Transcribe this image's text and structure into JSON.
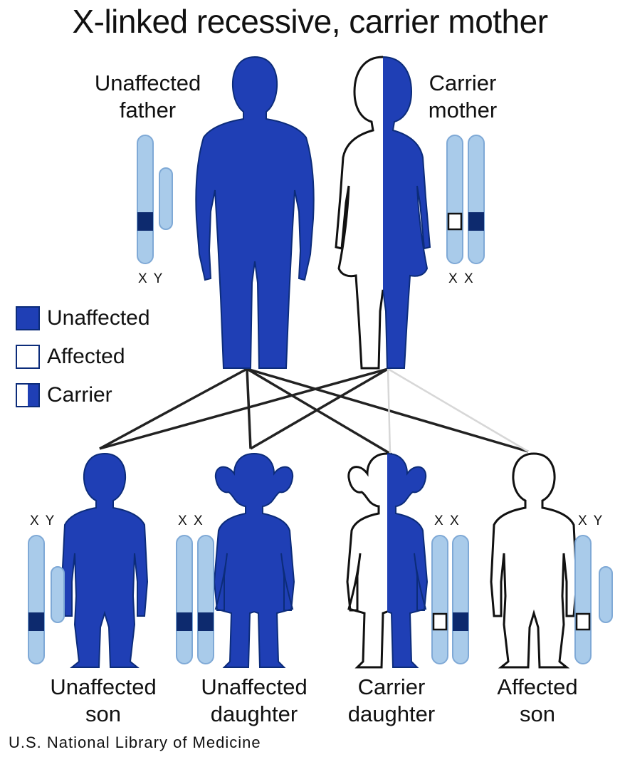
{
  "title": "X-linked recessive, carrier mother",
  "parents": {
    "father": {
      "label_line1": "Unaffected",
      "label_line2": "father",
      "chrom_labels": "X Y",
      "status": "unaffected"
    },
    "mother": {
      "label_line1": "Carrier",
      "label_line2": "mother",
      "chrom_labels": "X X",
      "status": "carrier"
    }
  },
  "legend": [
    {
      "key": "unaffected",
      "text": "Unaffected"
    },
    {
      "key": "affected",
      "text": "Affected"
    },
    {
      "key": "carrier",
      "text": "Carrier"
    }
  ],
  "children": [
    {
      "label_line1": "Unaffected",
      "label_line2": "son",
      "chrom_labels": "X Y",
      "status": "unaffected"
    },
    {
      "label_line1": "Unaffected",
      "label_line2": "daughter",
      "chrom_labels": "X X",
      "status": "unaffected"
    },
    {
      "label_line1": "Carrier",
      "label_line2": "daughter",
      "chrom_labels": "X X",
      "status": "carrier"
    },
    {
      "label_line1": "Affected",
      "label_line2": "son",
      "chrom_labels": "X Y",
      "status": "affected"
    }
  ],
  "credit": "U.S. National Library of Medicine",
  "colors": {
    "blue": "#1f3fb5",
    "dark_blue": "#0c2c7a",
    "chromosome": "#a9cbea",
    "chromosome_outline": "#7fa9d6",
    "line": "#222222"
  }
}
